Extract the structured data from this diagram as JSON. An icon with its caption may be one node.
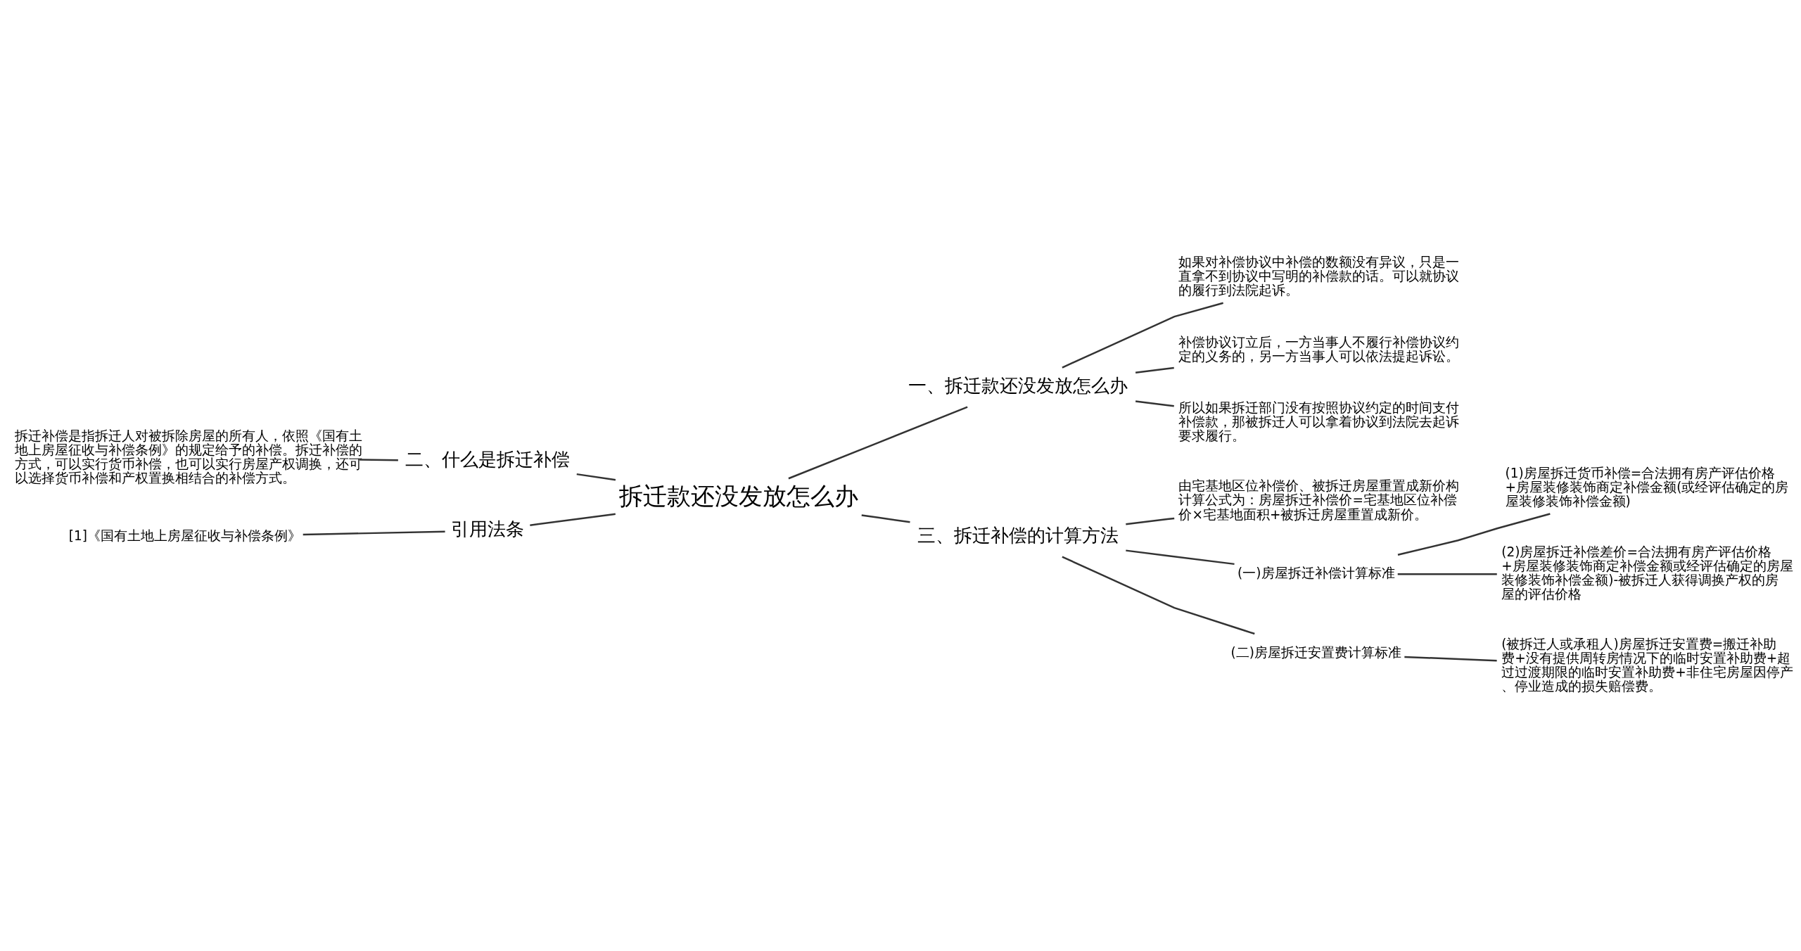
{
  "diagram": {
    "nodes": [
      {
        "text": [
          "拆迁款还没发放怎么办"
        ]
      },
      {
        "text": [
          "一、拆迁款还没发放怎么办"
        ]
      },
      {
        "text": [
          "如果对补偿协议中补偿的数额没有异议，只是一直拿不到协议中写明的补偿款的话。可以就协议的履行到法院起诉。"
        ]
      },
      {
        "text": [
          "补偿协议订立后，一方当事人不履行补偿协议约定的义务的，另一方当事人可以依法提起诉讼。"
        ]
      },
      {
        "text": [
          "所以如果拆迁部门没有按照协议约定的时间支付补偿款，那被拆迁人可以拿着协议到法院去起诉要求履行。"
        ]
      },
      {
        "text": [
          "三、拆迁补偿的计算方法"
        ]
      },
      {
        "text": [
          "由宅基地区位补偿价、被拆迁房屋重置成新价构计算公式为：房屋拆迁补偿价=宅基地区位补偿价×宅基地面积+被拆迁房屋重置成新价。"
        ]
      },
      {
        "text": [
          "(一)房屋拆迁补偿计算标准"
        ]
      },
      {
        "text": [
          "(1)房屋拆迁货币补偿=合法拥有房产评估价格+房屋装修装饰商定补偿金额(或经评估确定的房屋装修装饰补偿金额)"
        ]
      },
      {
        "text": [
          "(2)房屋拆迁补偿差价=合法拥有房产评估价格+房屋装修装饰商定补偿金额或经评估确定的房屋装修装饰补偿金额)-被拆迁人获得调换产权的房屋的评估价格"
        ]
      },
      {
        "text": [
          "(二)房屋拆迁安置费计算标准"
        ]
      },
      {
        "text": [
          "(被拆迁人或承租人)房屋拆迁安置费=搬迁补助费+没有提供周转房情况下的临时安置补助费+超过过渡期限的临时安置补助费+非住宅房屋因停产、停业造成的损失赔偿费。"
        ]
      },
      {
        "text": [
          "二、什么是拆迁补偿"
        ]
      },
      {
        "text": [
          "拆迁补偿是指拆迁人对被拆除房屋的所有人，依照《国有土地上房屋征收与补偿条例》的规定给予的补偿。拆迁补偿的方式，可以实行货币补偿，也可以实行房屋产权调换，还可以选择货币补偿和产权置换相结合的补偿方式。"
        ]
      },
      {
        "text": [
          "引用法条"
        ]
      },
      {
        "text": [
          "[1]《国有土地上房屋征收与补偿条例》"
        ]
      }
    ],
    "edges": [
      {
        "from": 0,
        "to": 1,
        "arrow": "none"
      },
      {
        "from": 1,
        "to": 2,
        "arrow": "none"
      },
      {
        "from": 1,
        "to": 3,
        "arrow": "none"
      },
      {
        "from": 1,
        "to": 4,
        "arrow": "none"
      },
      {
        "from": 0,
        "to": 5,
        "arrow": "none"
      },
      {
        "from": 5,
        "to": 6,
        "arrow": "none"
      },
      {
        "from": 5,
        "to": 7,
        "arrow": "none"
      },
      {
        "from": 7,
        "to": 8,
        "arrow": "none"
      },
      {
        "from": 7,
        "to": 9,
        "arrow": "none"
      },
      {
        "from": 5,
        "to": 10,
        "arrow": "none"
      },
      {
        "from": 10,
        "to": 11,
        "arrow": "none"
      },
      {
        "from": 0,
        "to": 12,
        "arrow": "none"
      },
      {
        "from": 12,
        "to": 13,
        "arrow": "none"
      },
      {
        "from": 0,
        "to": 14,
        "arrow": "none"
      },
      {
        "from": 14,
        "to": 15,
        "arrow": "none"
      }
    ]
  }
}
